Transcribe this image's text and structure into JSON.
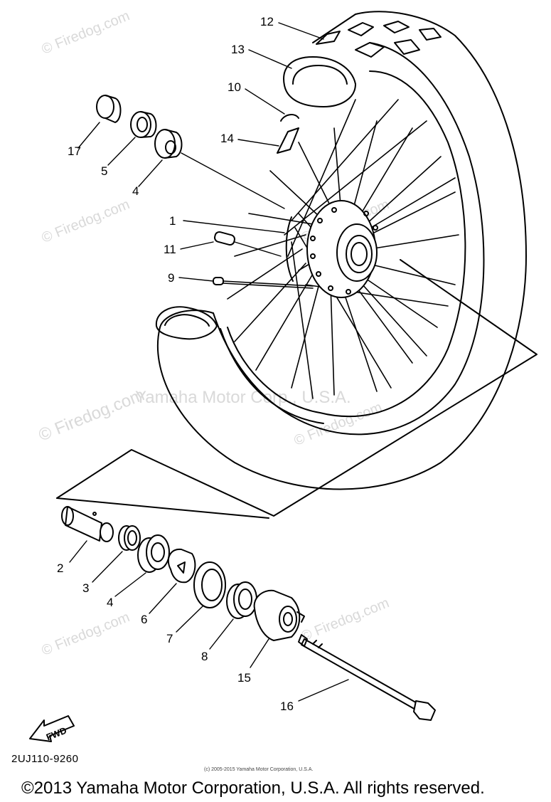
{
  "diagram": {
    "part_numbers": {
      "p1": "1",
      "p2": "2",
      "p3": "3",
      "p4a": "4",
      "p4b": "4",
      "p5": "5",
      "p6": "6",
      "p7": "7",
      "p8": "8",
      "p9": "9",
      "p10": "10",
      "p11": "11",
      "p12": "12",
      "p13": "13",
      "p14": "14",
      "p15": "15",
      "p16": "16",
      "p17": "17"
    },
    "fwd_label": "FWD",
    "drawing_code": "2UJ110-9260"
  },
  "watermarks": {
    "site": "© Firedog.com",
    "brand": "Yamaha Motor Corp., U.S.A."
  },
  "footer": {
    "small_copyright": "(c) 2005-2015 Yamaha Motor Corporation, U.S.A.",
    "copyright": "©2013 Yamaha Motor Corporation, U.S.A. All rights reserved."
  }
}
